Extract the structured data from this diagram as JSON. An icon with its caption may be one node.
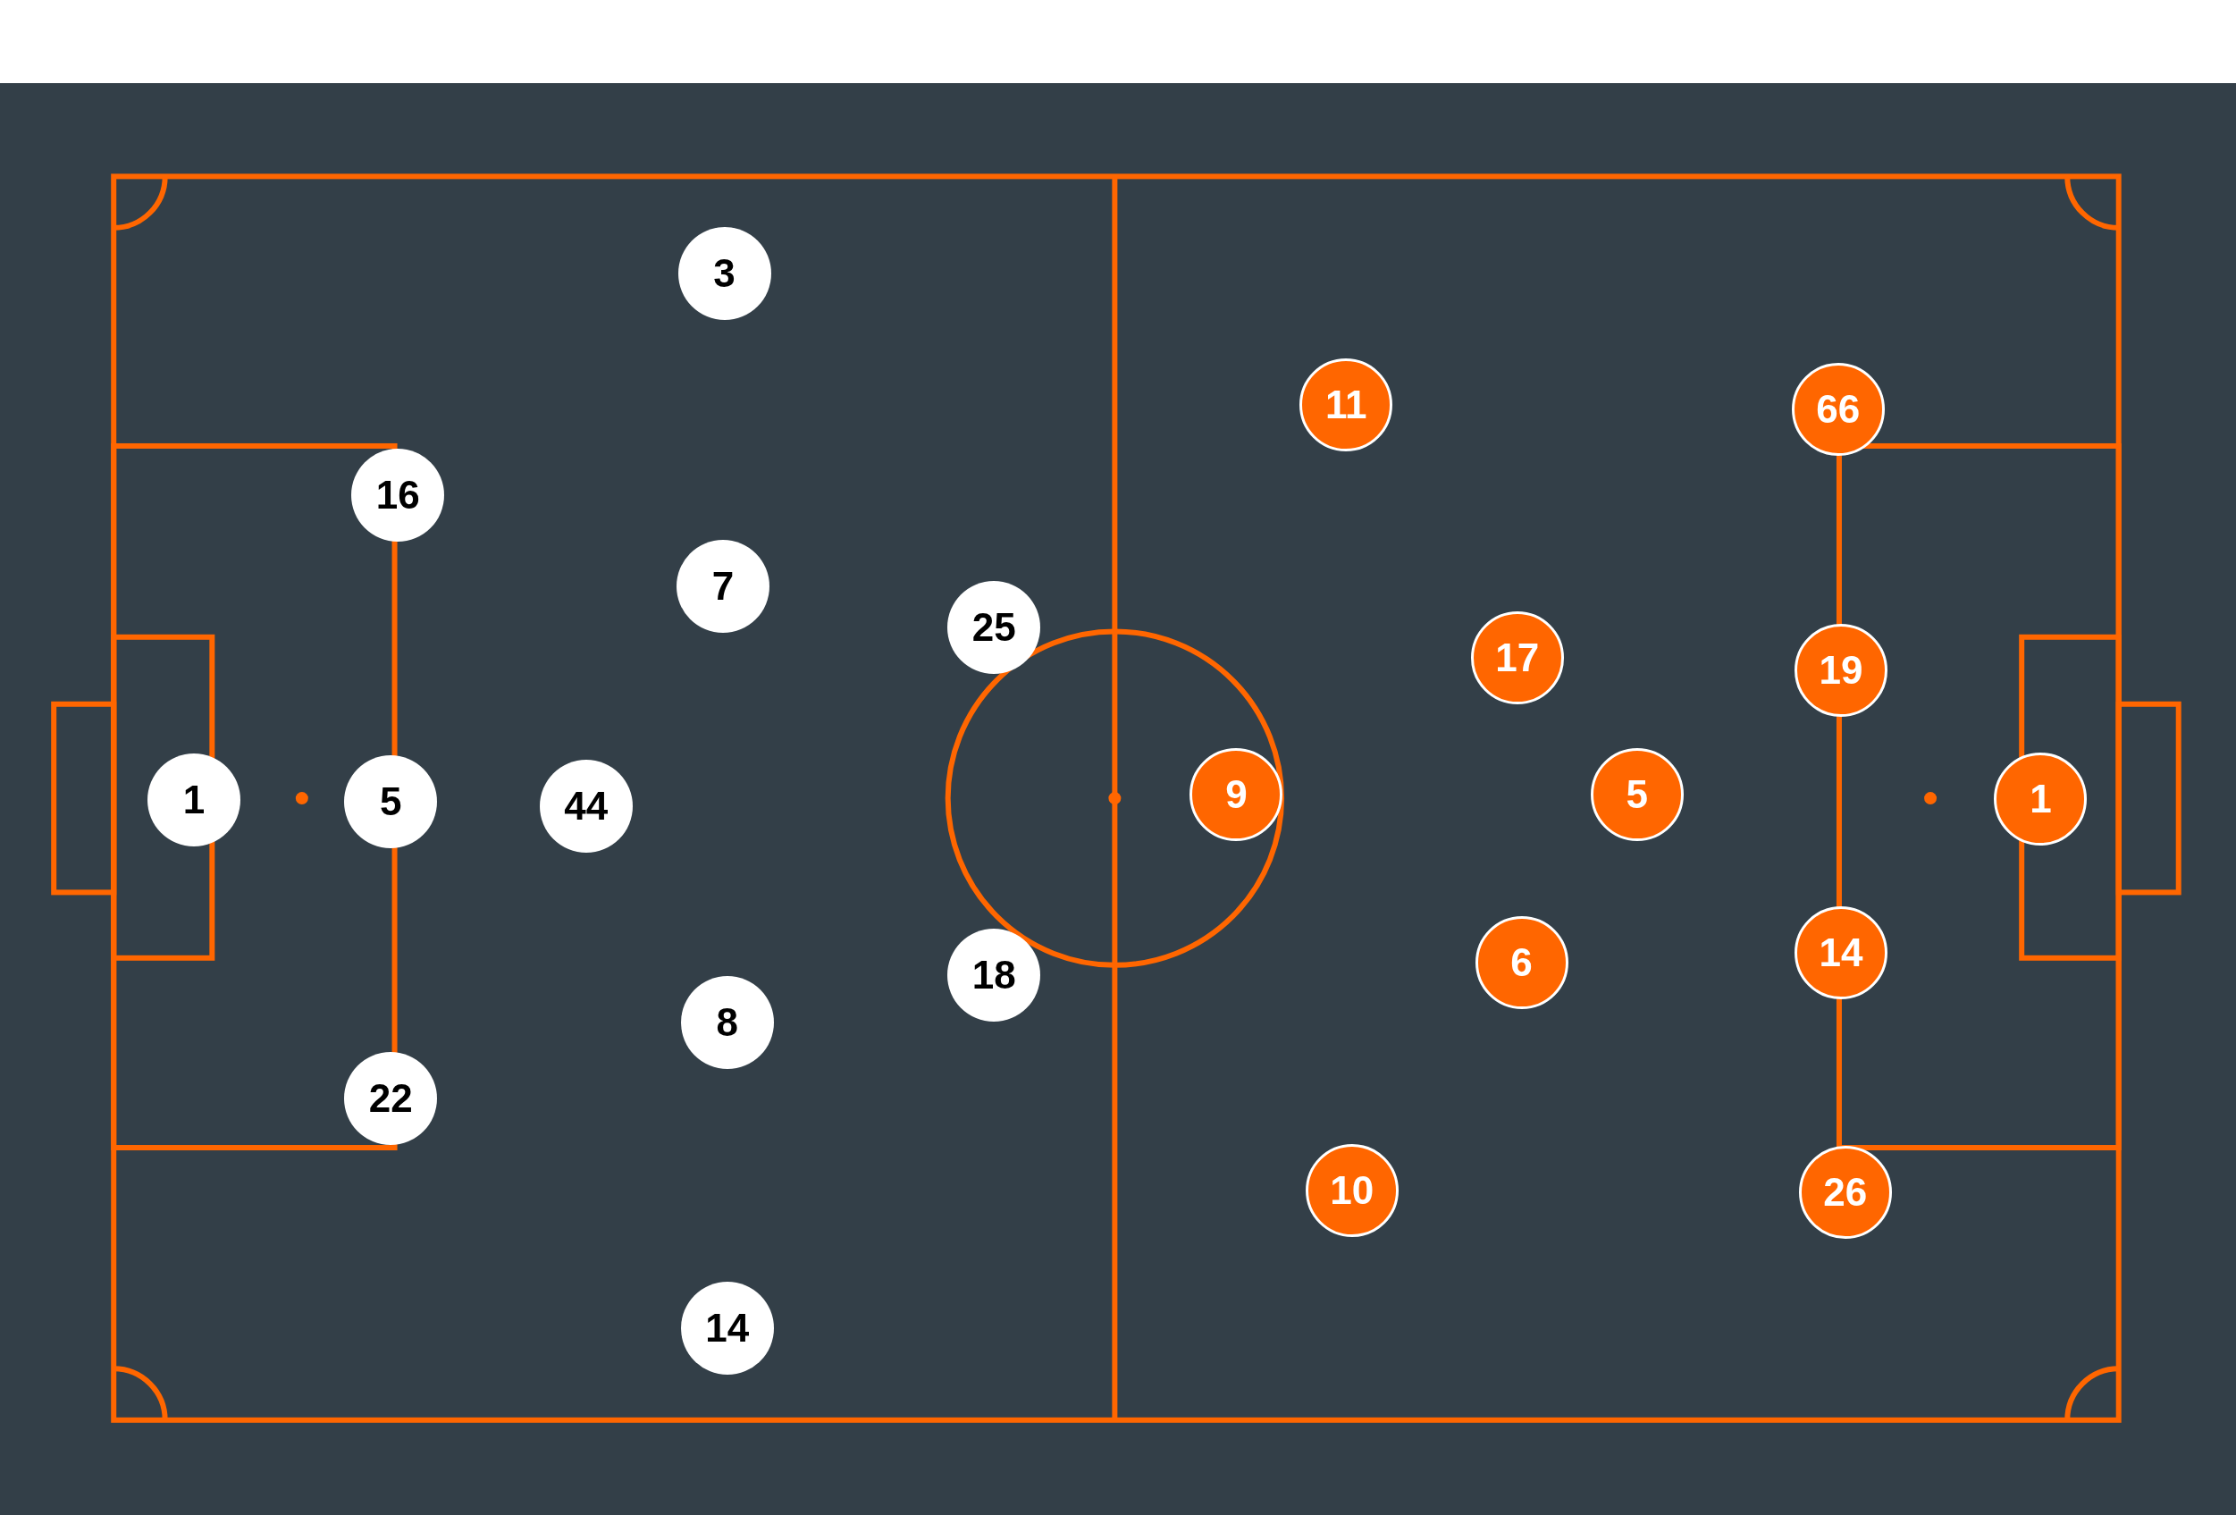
{
  "diagram": {
    "nodes": [
      {
        "text": [
          "3"
        ]
      },
      {
        "text": [
          "16"
        ]
      },
      {
        "text": [
          "7"
        ]
      },
      {
        "text": [
          "25"
        ]
      },
      {
        "text": [
          "1"
        ]
      },
      {
        "text": [
          "5"
        ]
      },
      {
        "text": [
          "44"
        ]
      },
      {
        "text": [
          "18"
        ]
      },
      {
        "text": [
          "8"
        ]
      },
      {
        "text": [
          "22"
        ]
      },
      {
        "text": [
          "14"
        ]
      },
      {
        "text": [
          "11"
        ]
      },
      {
        "text": [
          "66"
        ]
      },
      {
        "text": [
          "17"
        ]
      },
      {
        "text": [
          "19"
        ]
      },
      {
        "text": [
          "9"
        ]
      },
      {
        "text": [
          "5"
        ]
      },
      {
        "text": [
          "1"
        ]
      },
      {
        "text": [
          "14"
        ]
      },
      {
        "text": [
          "6"
        ]
      },
      {
        "text": [
          "10"
        ]
      },
      {
        "text": [
          "26"
        ]
      }
    ]
  }
}
